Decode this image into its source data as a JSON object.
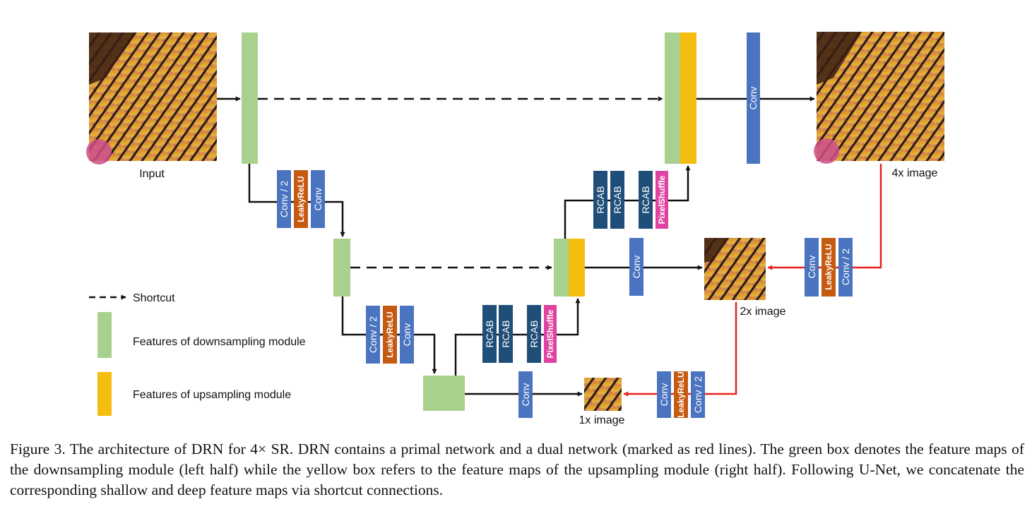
{
  "colors": {
    "down_features": "#a9d18e",
    "up_features": "#f5bd0f",
    "conv": "#4a74bf",
    "leakyrelu": "#c55a11",
    "rcab": "#1f4e79",
    "pixelshuffle": "#e0439f",
    "primal_line": "#111111",
    "dual_line": "#e8211e"
  },
  "image_labels": {
    "input": "Input",
    "image_4x": "4x image",
    "image_2x": "2x image",
    "image_1x": "1x image"
  },
  "block_labels": {
    "conv_half": "Conv / 2",
    "leaky": "LeakyReLU",
    "conv": "Conv",
    "rcab": "RCAB",
    "pixelshuffle": "PixelShuffle",
    "dots": "⋯"
  },
  "legend": {
    "shortcut": "Shortcut",
    "down": "Features of downsampling module",
    "up": "Features of upsampling module"
  },
  "caption": "Figure 3.  The architecture of DRN for 4× SR. DRN contains a primal network and a dual network (marked as red lines). The green box denotes the feature maps of the downsampling module (left half) while the yellow box refers to the feature maps of the upsampling module (right half). Following U-Net, we concatenate the corresponding shallow and deep feature maps via shortcut connections."
}
